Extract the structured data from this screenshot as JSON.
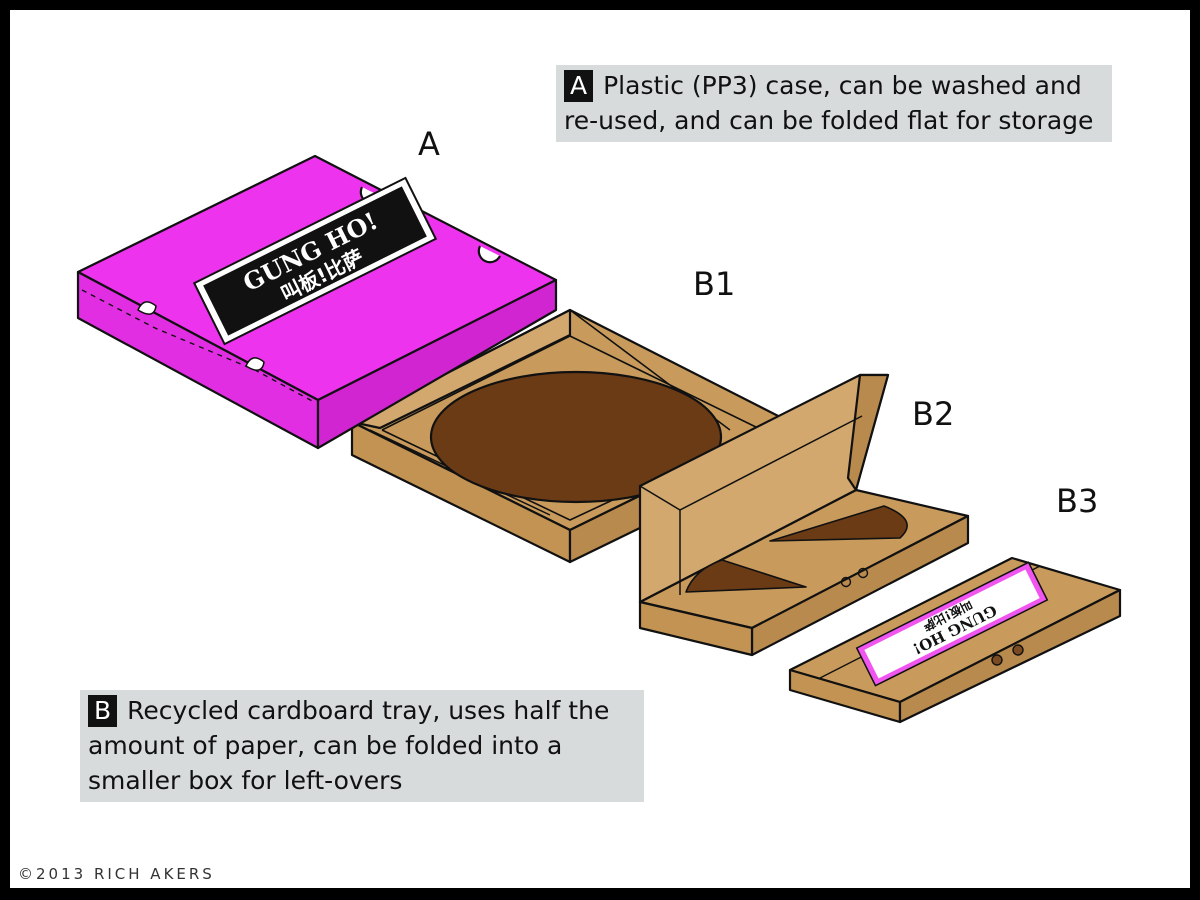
{
  "captions": {
    "a_badge": "A",
    "a_line1": "Plastic (PP3) case, can be washed and",
    "a_line2": "re-used, and can be folded flat for storage",
    "b_badge": "B",
    "b_line1": "Recycled cardboard tray, uses half the",
    "b_line2": "amount of paper, can be folded into a",
    "b_line3": "smaller box for left-overs"
  },
  "labels": {
    "a": "A",
    "b1": "B1",
    "b2": "B2",
    "b3": "B3"
  },
  "logo": {
    "brand": "GUNG HO!",
    "chinese": "叫板!比萨"
  },
  "copyright": "©2013 RICH AKERS",
  "colors": {
    "case": "#ee33ee",
    "cardboard": "#c89a5c",
    "cardboard_dark": "#b98a4e",
    "pizza": "#6b3b16",
    "caption_bg": "#d7dbdb"
  }
}
